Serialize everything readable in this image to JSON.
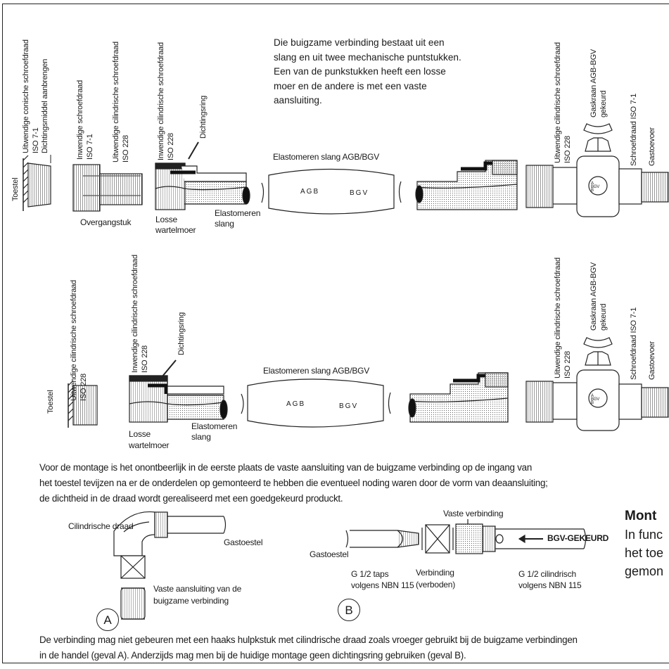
{
  "intro": [
    "Die buigzame verbinding bestaat uit een",
    "slang en uit twee mechanische puntstukken.",
    "Een van de punkstukken heeft een losse",
    "moer en de andere is met een vaste",
    "aansluiting."
  ],
  "top": {
    "toestel": "Toestel",
    "ext_conic_1": "Uitwendige conische schroefdraad",
    "ext_conic_2": "ISO 7-1",
    "sealant": "Dichtingsmiddel aanbrengen",
    "int_thread_1": "Inwendige schroefdraad",
    "int_thread_2": "ISO 7-1",
    "ext_cyl_1": "Uitwendige cilindrische schroefdraad",
    "ext_cyl_2": "ISO 228",
    "int_cyl_1": "Inwendige cilindrische schroefdraad",
    "int_cyl_2": "ISO 228",
    "dichtingsring": "Dichtingsring",
    "overgangstuk": "Overgangstuk",
    "losse": "Losse",
    "wartelmoer": "wartelmoer",
    "elastomeren": "Elastomeren",
    "slang": "slang",
    "hose_title": "Elastomeren slang AGB/BGV",
    "agb": "AGB",
    "bgv": "BGV",
    "r_ext_cyl_1": "Uitwendige cilindrische schroefdraad",
    "r_ext_cyl_2": "ISO 228",
    "gaskraan_1": "Gaskraan AGB-BGV",
    "gaskraan_2": "gekeurd",
    "schroef": "Schroefdraad ISO 7-1",
    "gastoevoer": "Gastoevoer",
    "valve_bgv": "BGV",
    "valve_a": "A",
    "valve_b": "B"
  },
  "bottom": {
    "toestel": "Toestel",
    "ext_cyl_1": "Uitwendige cilindrische schroefdraad",
    "ext_cyl_2": "ISO 228",
    "int_cyl_1": "Inwendige cilindrische schroefdraad",
    "int_cyl_2": "ISO 228",
    "dichtingsring": "Dichtingsring",
    "losse": "Losse",
    "wartelmoer": "wartelmoer",
    "elastomeren": "Elastomeren",
    "slang": "slang",
    "hose_title": "Elastomeren slang AGB/BGV",
    "agb": "AGB",
    "bgv": "BGV",
    "r_ext_cyl_1": "Uitwendige cilindrische schroefdraad",
    "r_ext_cyl_2": "ISO 228",
    "gaskraan_1": "Gaskraan AGB-BGV",
    "gaskraan_2": "gekeurd",
    "schroef": "Schroefdraad ISO 7-1",
    "gastoevoer": "Gastoevoer",
    "valve_bgv": "BGV",
    "valve_a": "A",
    "valve_b": "B"
  },
  "paragraph1": [
    "Voor de montage is het onontbeerlijk in de eerste plaats de vaste aansluiting van de buigzame verbinding op de ingang van",
    "het toestel tevijzen na er de onderdelen op gemonteerd te hebben die eventueel noding waren door de vorm van deaansluiting;",
    "de dichtheid in de draad wordt  gerealiseerd met een goedgekeurd produckt."
  ],
  "figA": {
    "cyl_draad": "Cilindrische draad",
    "gastoestel": "Gastoestel",
    "vaste_1": "Vaste aansluiting van de",
    "vaste_2": "buigzame verbinding",
    "label": "A"
  },
  "figB": {
    "vaste": "Vaste verbinding",
    "gastoestel": "Gastoestel",
    "bgv_gekeurd": "BGV-GEKEURD",
    "taps_1": "G 1/2 taps",
    "taps_2": "volgens NBN 115",
    "verb_1": "Verbinding",
    "verb_2": "(verboden)",
    "cil_1": "G 1/2 cilindrisch",
    "cil_2": "volgens NBN 115",
    "label": "B"
  },
  "side": {
    "title": "Mont",
    "line1": "In func",
    "line2": "het toe",
    "line3": "gemon"
  },
  "paragraph2": [
    "De verbinding mag niet gebeuren met een haaks hulpkstuk met cilindrische draad zoals vroeger gebruikt bij de buigzame verbindingen",
    "in de handel (geval A). Anderzijds mag men bij de huidige montage geen dichtingsring gebruiken (geval B)."
  ]
}
